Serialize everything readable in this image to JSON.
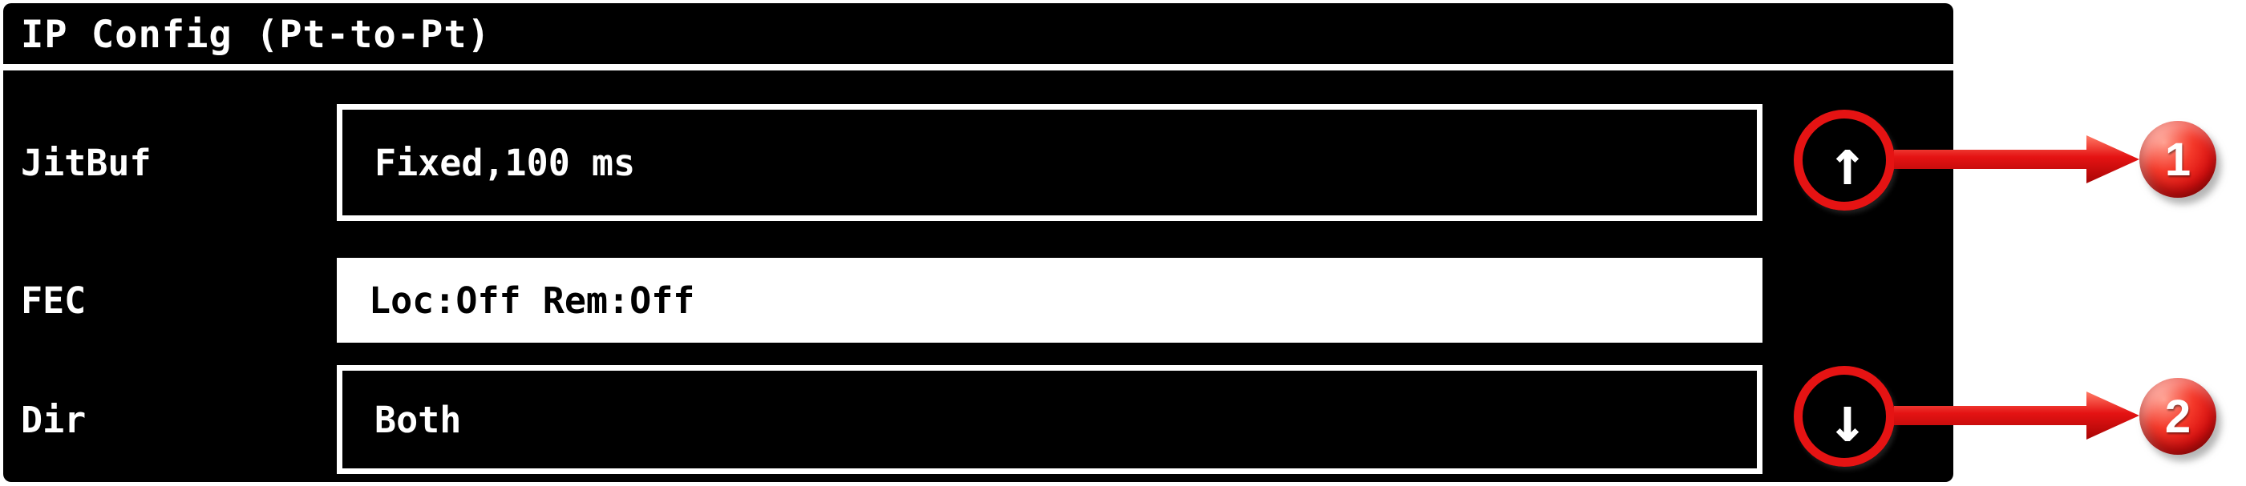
{
  "screen": {
    "title": "IP Config (Pt-to-Pt)",
    "rows": [
      {
        "label": "JitBuf",
        "value": "Fixed,100 ms",
        "highlighted": false
      },
      {
        "label": "FEC",
        "value": "Loc:Off Rem:Off",
        "highlighted": true
      },
      {
        "label": "Dir",
        "value": "Both",
        "highlighted": false
      }
    ],
    "icons": {
      "scroll_up": "↑",
      "scroll_down": "↓"
    }
  },
  "annotations": {
    "callout1": {
      "number": "1",
      "target": "scroll-up-icon"
    },
    "callout2": {
      "number": "2",
      "target": "scroll-down-icon"
    }
  },
  "colors": {
    "screen_bg": "#000000",
    "screen_fg": "#ffffff",
    "highlight_bg": "#ffffff",
    "highlight_fg": "#000000",
    "annotation_red": "#e51313"
  }
}
